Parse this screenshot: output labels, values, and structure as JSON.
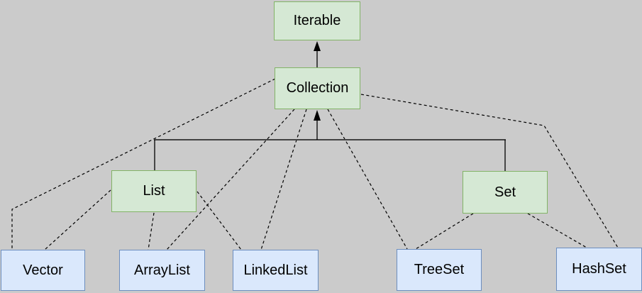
{
  "diagram": {
    "kind": "class-hierarchy",
    "background": "#cbcbcb",
    "colors": {
      "interface_fill": "#d5e8d4",
      "interface_border": "#82b366",
      "class_fill": "#dae8fc",
      "class_border": "#6c8ebf",
      "edge_line": "#000000",
      "tree_connector": "#424242"
    },
    "nodes": [
      {
        "id": "iterable",
        "label": "Iterable",
        "type": "interface"
      },
      {
        "id": "collection",
        "label": "Collection",
        "type": "interface"
      },
      {
        "id": "list",
        "label": "List",
        "type": "interface"
      },
      {
        "id": "set",
        "label": "Set",
        "type": "interface"
      },
      {
        "id": "vector",
        "label": "Vector",
        "type": "class"
      },
      {
        "id": "arraylist",
        "label": "ArrayList",
        "type": "class"
      },
      {
        "id": "linkedlist",
        "label": "LinkedList",
        "type": "class"
      },
      {
        "id": "treeset",
        "label": "TreeSet",
        "type": "class"
      },
      {
        "id": "hashset",
        "label": "HashSet",
        "type": "class"
      }
    ],
    "edges": [
      {
        "from": "Collection",
        "to": "Iterable",
        "style": "solid-arrow"
      },
      {
        "from": "List",
        "to": "Collection",
        "style": "solid-arrow"
      },
      {
        "from": "Set",
        "to": "Collection",
        "style": "solid-arrow"
      },
      {
        "from": "Vector",
        "to": "Collection",
        "style": "dashed"
      },
      {
        "from": "Vector",
        "to": "List",
        "style": "dashed"
      },
      {
        "from": "ArrayList",
        "to": "Collection",
        "style": "dashed"
      },
      {
        "from": "ArrayList",
        "to": "List",
        "style": "dashed"
      },
      {
        "from": "LinkedList",
        "to": "Collection",
        "style": "dashed"
      },
      {
        "from": "LinkedList",
        "to": "List",
        "style": "dashed"
      },
      {
        "from": "TreeSet",
        "to": "Collection",
        "style": "dashed"
      },
      {
        "from": "TreeSet",
        "to": "Set",
        "style": "dashed"
      },
      {
        "from": "HashSet",
        "to": "Collection",
        "style": "dashed"
      },
      {
        "from": "HashSet",
        "to": "Set",
        "style": "dashed"
      }
    ]
  }
}
